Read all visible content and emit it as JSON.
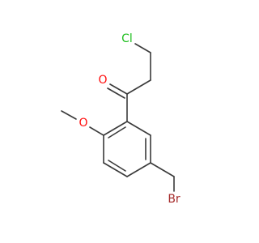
{
  "molecule": {
    "atoms": {
      "chlorine": {
        "text": "Cl",
        "color": "#1fbf1f"
      },
      "carbonyl_oxygen": {
        "text": "O",
        "color": "#ff0d0d"
      },
      "ether_oxygen": {
        "text": "O",
        "color": "#ff0d0d"
      },
      "bromine": {
        "text": "Br",
        "color": "#a52a2a"
      }
    },
    "bond_color": "#3a3a3a"
  }
}
